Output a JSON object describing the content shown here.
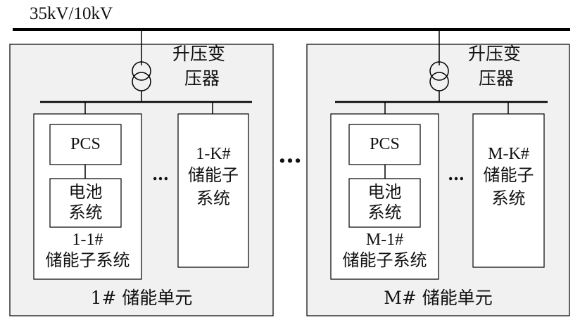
{
  "bus_label": "35kV/10kV",
  "ellipsis": "…",
  "unit1": {
    "transformer_line1": "升压变",
    "transformer_line2": "压器",
    "pcs": "PCS",
    "battery_line1": "电池",
    "battery_line2": "系统",
    "sub1_line1": "1-1#",
    "sub1_line2": "储能子系统",
    "subk_line1": "1-K#",
    "subk_line2": "储能子",
    "subk_line3": "系统",
    "unit_label": "1# 储能单元"
  },
  "unitM": {
    "transformer_line1": "升压变",
    "transformer_line2": "压器",
    "pcs": "PCS",
    "battery_line1": "电池",
    "battery_line2": "系统",
    "sub1_line1": "M-1#",
    "sub1_line2": "储能子系统",
    "subk_line1": "M-K#",
    "subk_line2": "储能子",
    "subk_line3": "系统",
    "unit_label": "M# 储能单元"
  }
}
